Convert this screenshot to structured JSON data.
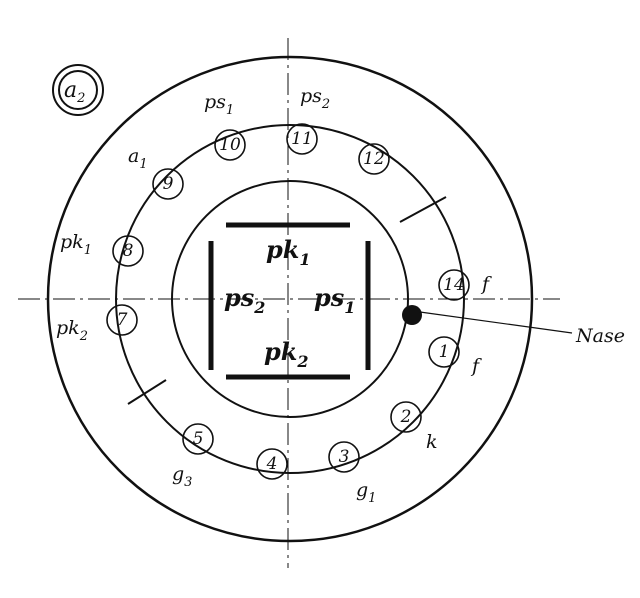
{
  "badge": {
    "main": "a",
    "sub": "2"
  },
  "pins": [
    {
      "num": "1",
      "label": "f"
    },
    {
      "num": "2",
      "label": "k"
    },
    {
      "num": "3",
      "label": "g",
      "label_sub": "1"
    },
    {
      "num": "4",
      "label": ""
    },
    {
      "num": "5",
      "label": "g",
      "label_sub": "3"
    },
    {
      "num": "7",
      "label": "pk",
      "label_sub": "2"
    },
    {
      "num": "8",
      "label": "pk",
      "label_sub": "1"
    },
    {
      "num": "9",
      "label": "a",
      "label_sub": "1"
    },
    {
      "num": "10",
      "label": "ps",
      "label_sub": "1"
    },
    {
      "num": "11",
      "label": "ps",
      "label_sub": "2"
    },
    {
      "num": "12",
      "label": ""
    },
    {
      "num": "14",
      "label": "f"
    }
  ],
  "electrodes": {
    "top": {
      "main": "pk",
      "sub": "1"
    },
    "bottom": {
      "main": "pk",
      "sub": "2"
    },
    "left": {
      "main": "ps",
      "sub": "2"
    },
    "right": {
      "main": "ps",
      "sub": "1"
    }
  },
  "key_label": "Nase"
}
